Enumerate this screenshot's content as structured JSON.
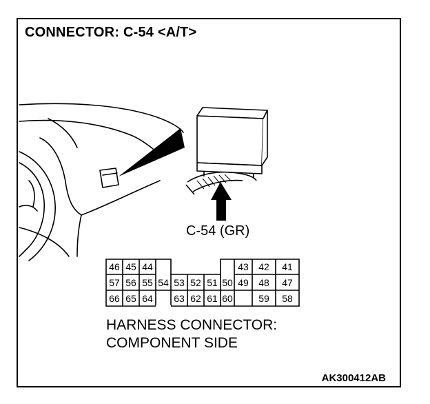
{
  "title": "CONNECTOR: C-54 <A/T>",
  "connector_code": "C-54 (GR)",
  "harness_line1": "HARNESS CONNECTOR:",
  "harness_line2": "COMPONENT SIDE",
  "figure_id": "AK300412AB",
  "pins": {
    "row1_left": [
      "46",
      "45",
      "44"
    ],
    "row1_right": [
      "43",
      "42",
      "41"
    ],
    "row2": [
      "57",
      "56",
      "55",
      "54",
      "53",
      "52",
      "51",
      "50",
      "49",
      "48",
      "47"
    ],
    "row3_left": [
      "66",
      "65",
      "64"
    ],
    "row3_mid": [
      "63",
      "62",
      "61",
      "60"
    ],
    "row3_right": [
      "59",
      "58"
    ]
  }
}
